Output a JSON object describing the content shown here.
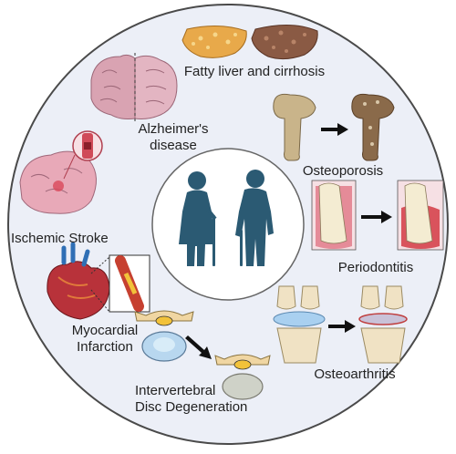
{
  "labels": {
    "fatty_liver": "Fatty liver and cirrhosis",
    "alzheimers_line1": "Alzheimer's",
    "alzheimers_line2": "disease",
    "osteoporosis": "Osteoporosis",
    "ischemic_stroke": "Ischemic Stroke",
    "periodontitis": "Periodontitis",
    "myocardial_line1": "Myocardial",
    "myocardial_line2": "Infarction",
    "ivd_line1": "Intervertebral",
    "ivd_line2": "Disc Degeneration",
    "osteoarthritis": "Osteoarthritis"
  },
  "colors": {
    "outer_circle_fill": "#eceff7",
    "outer_circle_stroke": "#4a4a4a",
    "inner_circle_fill": "#ffffff",
    "elderly_figures": "#2b5a73",
    "arrow": "#111111",
    "liver_healthy": "#e8a94a",
    "liver_cirrhosis": "#8a5a44",
    "brain": "#d9a3b2",
    "heart": "#b8323a",
    "bone": "#c9b48a",
    "gum": "#d9535c"
  }
}
